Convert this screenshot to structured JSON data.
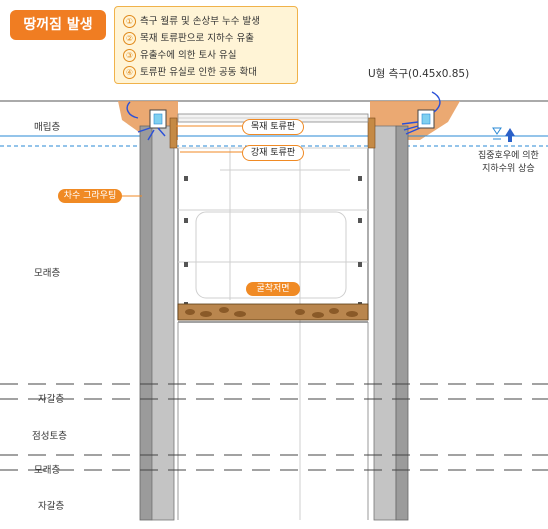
{
  "title": "땅꺼짐 발생",
  "causes": [
    {
      "num": "①",
      "text": "측구 월류 및 손상부 누수 발생"
    },
    {
      "num": "②",
      "text": "목재 토류판으로 지하수 유출"
    },
    {
      "num": "③",
      "text": "유출수에 의한 토사 유실"
    },
    {
      "num": "④",
      "text": "토류판 유실로 인한 공동 확대"
    }
  ],
  "labels": {
    "u_ditch": "U형 측구(0.45x0.85)",
    "wood_board": "목재 토류판",
    "steel_board": "강재 토류판",
    "grouting": "차수 그라우팅",
    "excavation_floor": "굴착저면",
    "groundwater_rise_line1": "집중호우에 의한",
    "groundwater_rise_line2": "지하수위 상승"
  },
  "layers": {
    "fill": "매립층",
    "sand1": "모래층",
    "gravel1": "자갈층",
    "clay": "점성토층",
    "sand2": "모래층",
    "gravel2": "자갈층"
  },
  "colors": {
    "accent": "#f07d22",
    "water": "#2a8ad6",
    "soil": "#e9a063",
    "pile": "#9b9b9b",
    "timber": "#c58a45"
  }
}
